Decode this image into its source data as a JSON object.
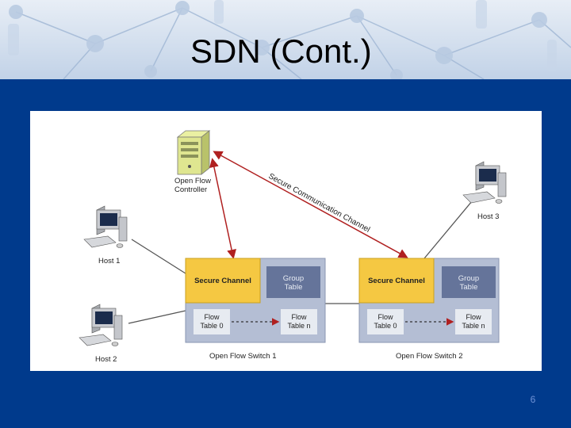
{
  "slide": {
    "title": "SDN (Cont.)",
    "page_number": "6"
  },
  "diagram": {
    "controller_label": [
      "Open Flow",
      "Controller"
    ],
    "channel_label": "Secure Communication Channel",
    "hosts": [
      {
        "label": "Host 1"
      },
      {
        "label": "Host 2"
      },
      {
        "label": "Host 3"
      }
    ],
    "switches": [
      {
        "label": "Open Flow Switch 1",
        "secure_channel": "Secure Channel",
        "group_table": [
          "Group",
          "Table"
        ],
        "flow_table_first": [
          "Flow",
          "Table 0"
        ],
        "flow_table_last": [
          "Flow",
          "Table n"
        ]
      },
      {
        "label": "Open Flow Switch 2",
        "secure_channel": "Secure Channel",
        "group_table": [
          "Group",
          "Table"
        ],
        "flow_table_first": [
          "Flow",
          "Table 0"
        ],
        "flow_table_last": [
          "Flow",
          "Table n"
        ]
      }
    ]
  },
  "colors": {
    "background": "#003a8c",
    "secure_channel": "#f5c842",
    "switch_body": "#b4bed4",
    "group_table": "#65749a",
    "flow_table": "#e7ebf1",
    "arrow": "#b02020",
    "page_number": "#6f93d6"
  }
}
